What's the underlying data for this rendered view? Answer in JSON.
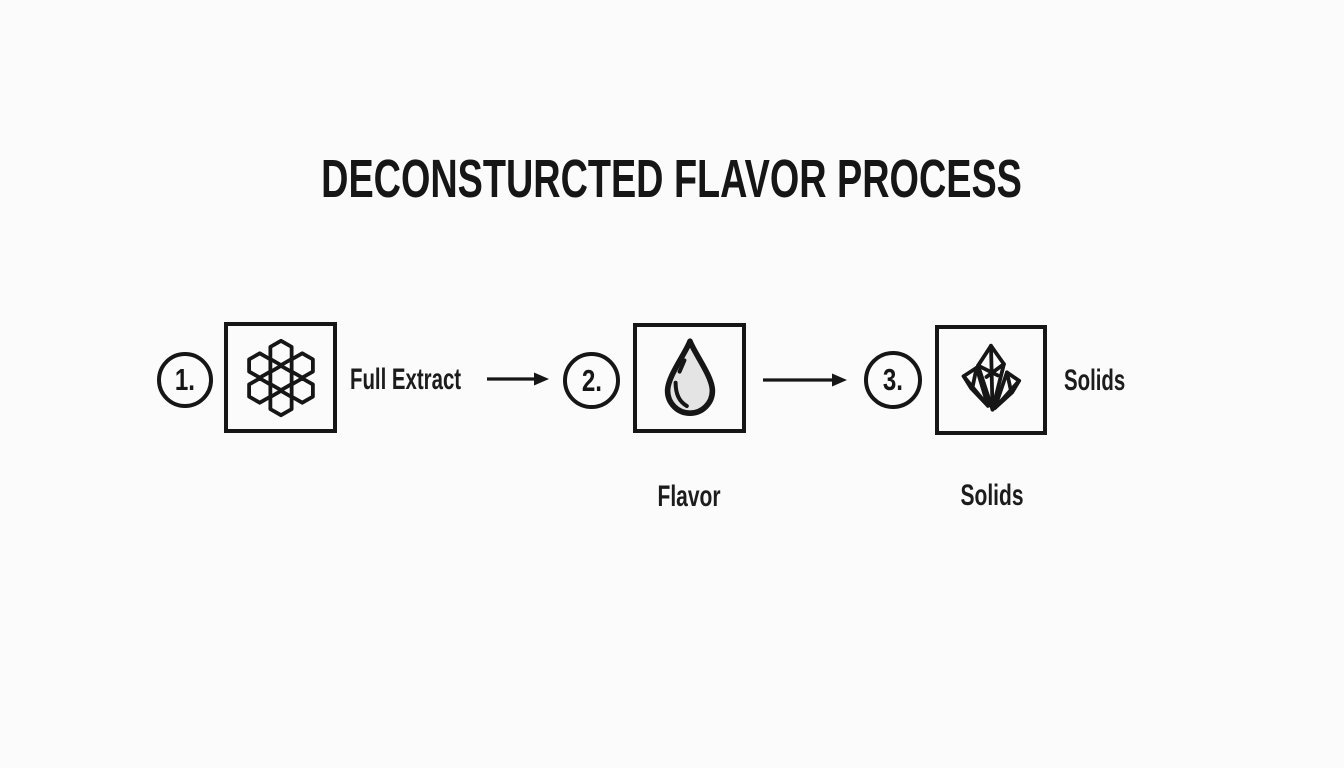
{
  "title": "DECONSTURCTED FLAVOR PROCESS",
  "colors": {
    "background": "#fbfbfb",
    "ink": "#1a1a1a",
    "droplet_fill": "#e4e4e4"
  },
  "steps": [
    {
      "number": "1.",
      "icon": "honeycomb-icon",
      "label_right": "Full Extract"
    },
    {
      "number": "2.",
      "icon": "droplet-icon",
      "label_below": "Flavor"
    },
    {
      "number": "3.",
      "icon": "crystals-icon",
      "label_right": "Solids",
      "label_below": "Solids"
    }
  ]
}
